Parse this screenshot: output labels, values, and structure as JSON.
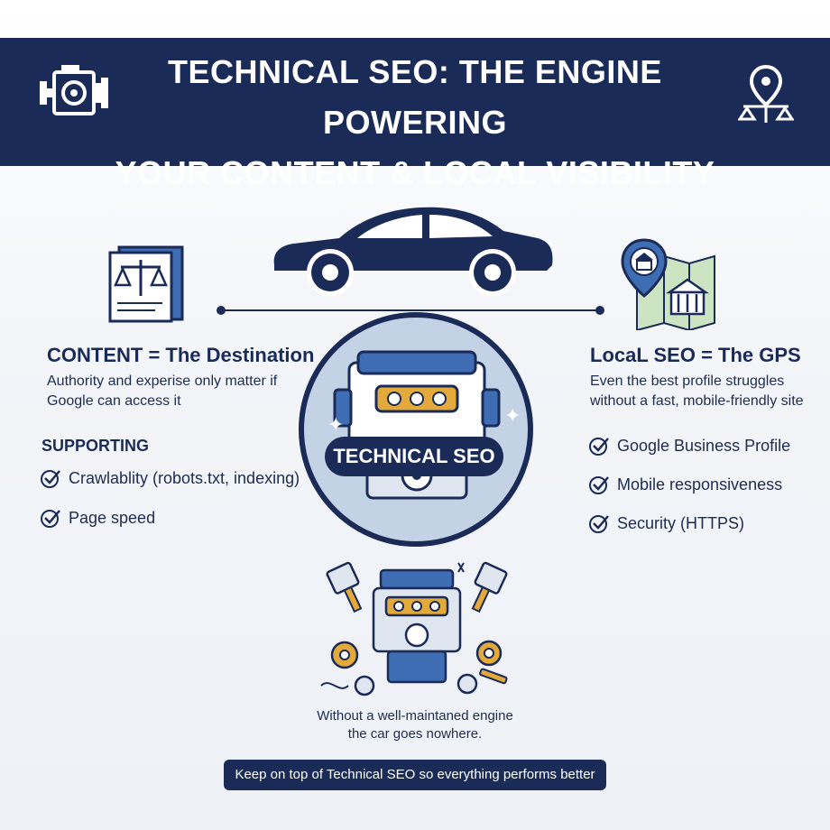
{
  "header": {
    "title_line1": "TECHNICAL SEO: THE ENGINE POWERING",
    "title_line2": "YOUR CONTENT & LOCAL VISIBILITY",
    "left_icon": "engine-icon",
    "right_icon": "location-scales-icon"
  },
  "center": {
    "label": "TECHNICAL SEO",
    "car_icon": "car-icon",
    "engine_icon": "engine-icon"
  },
  "left": {
    "icon": "legal-document-icon",
    "heading": "CONTENT = The Destination",
    "description": "Authority and experise only matter if Google can access it",
    "supporting_label": "SUPPORTING",
    "items": [
      "Crawlablity (robots.txt, indexing)",
      "Page speed"
    ]
  },
  "right": {
    "icon": "map-pin-bank-icon",
    "heading": "LocaL SEO = The GPS",
    "description": "Even the best profile struggles without a fast, mobile-friendly site",
    "items": [
      "Google Business Profile",
      "Mobile responsiveness",
      "Security (HTTPS)"
    ]
  },
  "bottom": {
    "icon": "disassembled-engine-icon",
    "caption_line1": "Without a well-maintaned engine",
    "caption_line2": "the car goes nowhere.",
    "banner": "Keep on top of Technical SEO so everything performs better"
  },
  "colors": {
    "navy": "#1a2b57",
    "light_blue": "#c4d2e6",
    "accent_blue": "#3f6db3",
    "accent_gold": "#e3a93b"
  }
}
